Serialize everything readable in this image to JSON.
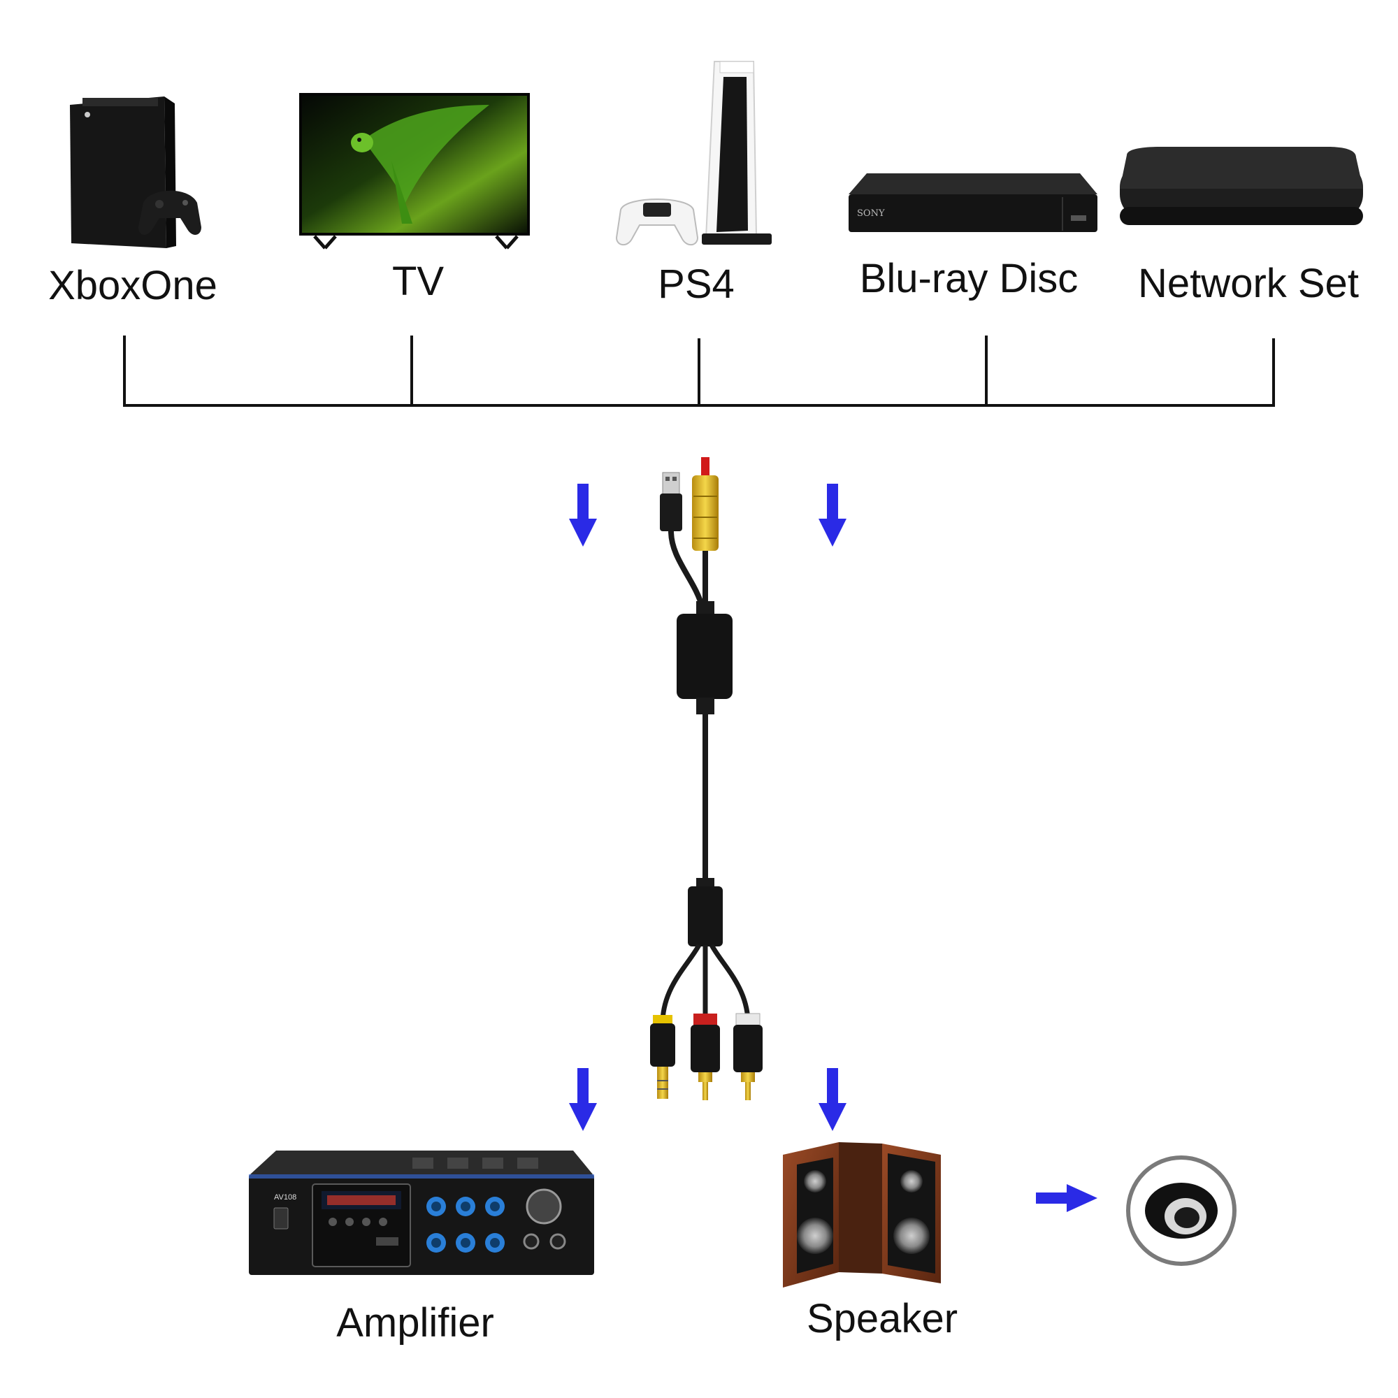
{
  "sources": [
    {
      "id": "xbox",
      "label": "XboxOne"
    },
    {
      "id": "tv",
      "label": "TV"
    },
    {
      "id": "ps",
      "label": "PS4"
    },
    {
      "id": "bluray",
      "label": "Blu-ray Disc",
      "brand": "SONY"
    },
    {
      "id": "network",
      "label": "Network Set"
    }
  ],
  "outputs": [
    {
      "id": "amplifier",
      "label": "Amplifier",
      "model": "AV108"
    },
    {
      "id": "speaker",
      "label": "Speaker"
    }
  ],
  "colors": {
    "arrow": "#2a2ae6",
    "line": "#111111",
    "cable": "#1a1a1a",
    "toslink_tip": "#d11a1a",
    "gold": "#e8c020",
    "rca_red": "#c8201e",
    "rca_white": "#e8e8e8",
    "rca_yellow": "#e6c200",
    "wood": "#7a3a1e"
  },
  "icons": [
    "xbox-console-icon",
    "tv-icon",
    "playstation-icon",
    "bluray-player-icon",
    "network-box-icon",
    "cable-icon",
    "amplifier-icon",
    "speaker-icon",
    "port-closeup-icon",
    "arrow-down-icon",
    "arrow-right-icon"
  ]
}
